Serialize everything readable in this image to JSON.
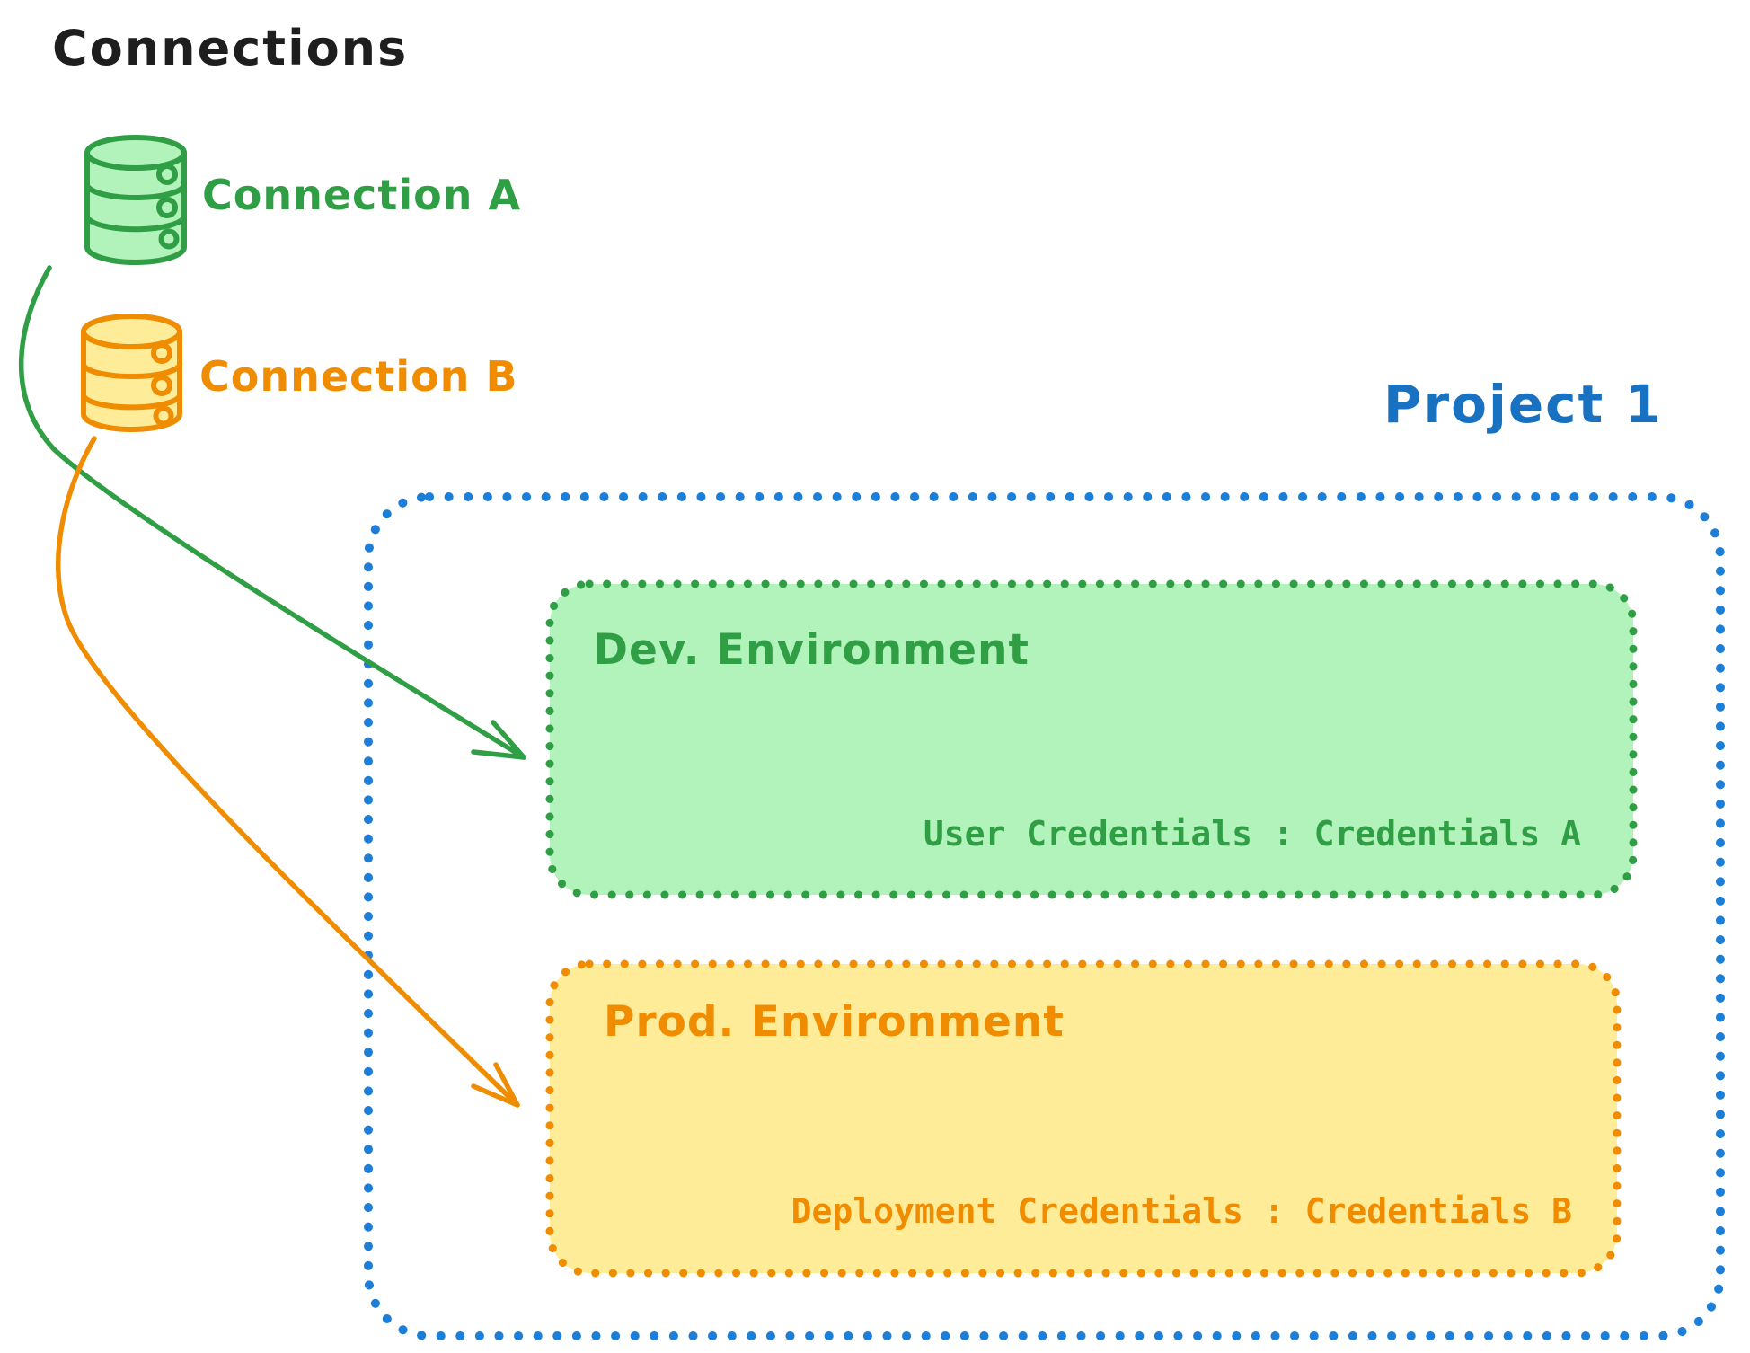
{
  "diagram": {
    "title": "Connections"
  },
  "connections": [
    {
      "label": "Connection A",
      "icon": "database-icon",
      "stroke": "#2f9e44",
      "fill": "#b2f2bb"
    },
    {
      "label": "Connection B",
      "icon": "database-icon",
      "stroke": "#f08c00",
      "fill": "#ffec99"
    }
  ],
  "project": {
    "title": "Project 1",
    "border_color": "#1c7ed6",
    "title_color": "#1971c2",
    "environments": [
      {
        "title": "Dev. Environment",
        "credentials_label": "User Credentials : Credentials A",
        "stroke": "#2f9e44",
        "fill": "#b2f2bb"
      },
      {
        "title": "Prod. Environment",
        "credentials_label": "Deployment Credentials : Credentials B",
        "stroke": "#f08c00",
        "fill": "#ffec99"
      }
    ]
  },
  "edges": [
    {
      "from": "Connection A",
      "to": "Dev. Environment",
      "color": "#2f9e44"
    },
    {
      "from": "Connection B",
      "to": "Prod. Environment",
      "color": "#f08c00"
    }
  ],
  "palette": {
    "ink": "#1e1e1e",
    "green_stroke": "#2f9e44",
    "green_fill": "#b2f2bb",
    "orange_stroke": "#f08c00",
    "orange_fill": "#ffec99",
    "blue_stroke": "#1c7ed6",
    "blue_text": "#1971c2"
  }
}
